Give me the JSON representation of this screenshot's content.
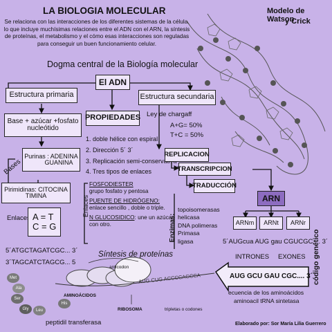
{
  "title": "LA BIOLOGIA MOLECULAR",
  "intro": "Se relaciona con las interacciones de los diferentes sistemas de la célula, lo que incluye muchísimas relaciones entre el ADN con el ARN, la síntesis de proteínas, el metabolismo y el cómo esas interacciones son reguladas para conseguir un buen funcionamiento celular.",
  "model_label_1": "Modelo de Watson",
  "model_label_2": "y Crick",
  "dogma_title": "Dogma central de la Biología molecular",
  "adn": "El ADN",
  "primary": {
    "title": "Estructura primaria",
    "base": "Base + azúcar +fosfato",
    "nucleotide": "nucleótido",
    "bases_label": "Bases",
    "purines_1": "Purinas : ADENINA",
    "purines_2": "GUANINA",
    "pyrimidines_1": "Pirimidinas: CITOCINA",
    "pyrimidines_2": "TIMINA",
    "enlaces_left": "Enlaces",
    "pair_1": "A = T",
    "pair_2": "C = G",
    "seq_1": "5´ATGCTAGATCGC... 3´",
    "seq_2": "3´TAGCATCTAGCG... 5"
  },
  "properties": {
    "title": "PROPIEDADES",
    "items": [
      "1. doble hélice con espiral",
      "2. Dirección 5´ 3´",
      "3. Replicación semi-conservativa",
      "4. Tres tipos de enlaces"
    ],
    "enlaces_side": "Enlaces",
    "bonds": [
      {
        "name": "FOSFODIESTER",
        "desc": "grupo fosfato y pentosa"
      },
      {
        "name": "PUENTE DE HIDRÓGENO:",
        "desc": " enlace sencillo , doble o triple."
      },
      {
        "name": "N GLUCOSIDICO",
        "desc": ": une un azúcar con otro."
      }
    ]
  },
  "secondary": {
    "title": "Estructura secundaria",
    "chargaff": "Ley de chargaff",
    "rule_1": "A+G= 50%",
    "rule_2": "T+C = 50%",
    "replication": "REPLICACION",
    "transcription": "TRANSCRIPCION",
    "translation": "TRADUCCIÓN",
    "enzymes_label": "Enzimas:",
    "enzymes": [
      "topoisomerasas",
      "helicasa",
      "DNA polimeras",
      "Primasa",
      "ligasa"
    ]
  },
  "arn": {
    "title": "ARN",
    "types": [
      "ARNm",
      "ARNt",
      "ARNr"
    ],
    "codon_seq": "5´AUGcua AUG gau CGUCGC.... 3´",
    "introns": "INTRONES",
    "exons": "EXONES",
    "code_label": "código genético",
    "arrow_seq": "AUG GCU GAU CGC.... 3´",
    "amino_1": "ecuencia de los aminoácidos",
    "amino_2": "aminoacil tRNA sintetasa"
  },
  "synthesis": {
    "title": "Síntesis de proteínas",
    "anticodon": "anticodon",
    "aminoacids": "AMINOÁCIDOS",
    "ribosome": "RIBOSOMA",
    "triplets": "tripletas o codones",
    "peptidyl": "peptidil  transferasa",
    "mrna": "AUG CUG ACCCCAGCCA",
    "tags": [
      "Met",
      "Ala",
      "Ser",
      "Gly",
      "Leu",
      "His"
    ]
  },
  "credit": "Elaborado por: Sor María Lilia Guerrero",
  "colors": {
    "background": "#c8b2e8",
    "box": "#efe6fa",
    "arn_box": "#8d6cc0",
    "helix": "#555555"
  }
}
